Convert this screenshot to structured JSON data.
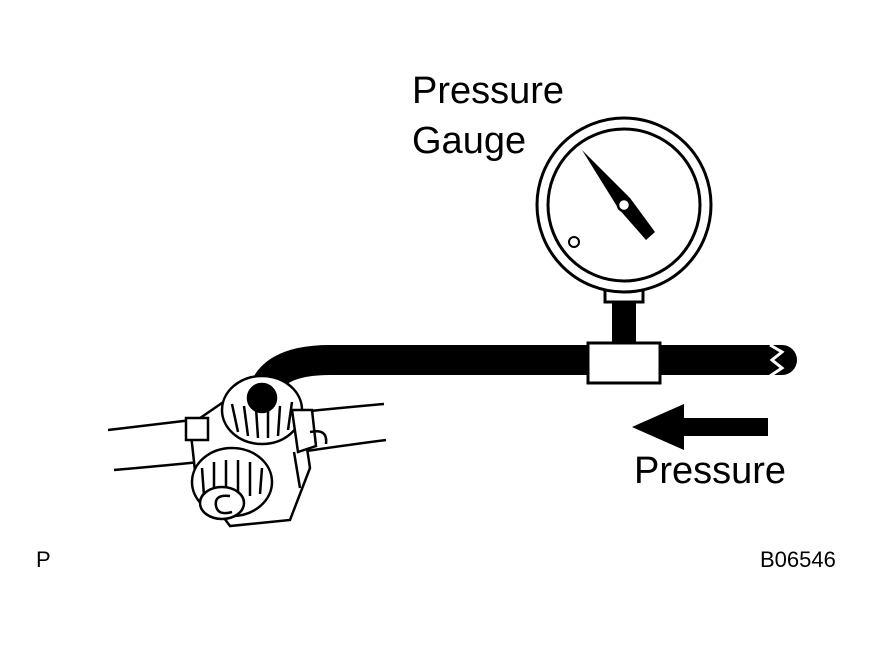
{
  "labels": {
    "gauge_line1": "Pressure",
    "gauge_line2": "Gauge",
    "flow": "Pressure",
    "corner_left": "P",
    "figure_id": "B06546"
  },
  "colors": {
    "ink": "#000000",
    "paper": "#ffffff"
  },
  "icons": {
    "gauge": "pressure-gauge-icon",
    "arrow": "left-arrow-icon",
    "pump": "fuel-pump-icon"
  }
}
